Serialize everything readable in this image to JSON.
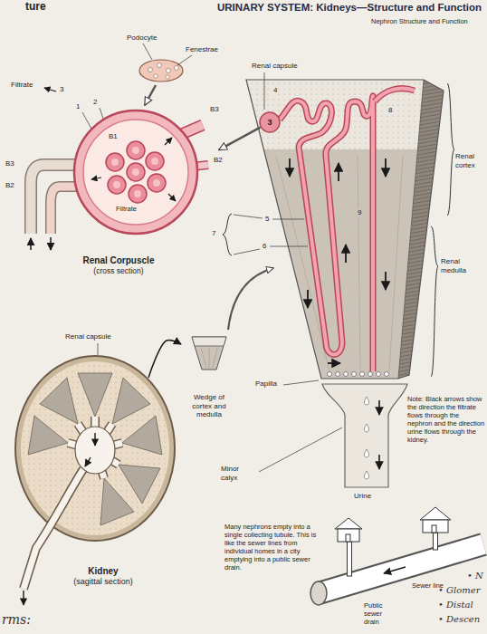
{
  "diagram": {
    "title": "URINARY SYSTEM: Kidneys—Structure and Function",
    "nodes": [
      {
        "text": [
          "Renal Corpuscle",
          "(cross section)"
        ]
      },
      {
        "text": [
          "3"
        ]
      },
      {
        "text": [
          "Wedge of cortex and medulla"
        ]
      },
      {
        "text": [
          "Kidney",
          "(sagittal section)"
        ]
      }
    ],
    "edges": [
      {
        "from": 1,
        "to": 0,
        "arrow": "to"
      },
      {
        "from": 3,
        "to": 2,
        "arrow": "to"
      }
    ],
    "labels": [
      "ture",
      "Nephron Structure and Function",
      "Podocyte",
      "Fenestrae",
      "Filtrate",
      "3",
      "1",
      "2",
      "Filtrate",
      "B3",
      "B2",
      "B1",
      "B3",
      "B2",
      "Renal capsule",
      "4",
      "8",
      "Renal cortex",
      "9",
      "5",
      "7",
      "6",
      "Renal medulla",
      "Renal capsule",
      "Papilla",
      "Note: Black arrows show the direction the filtrate flows through the nephron and the direction urine flows through the kidney.",
      "Minor calyx",
      "Urine",
      "Many nephrons empty into a single collecting tubule. This is like the sewer lines from individual homes in a city emptying into a public sewer drain.",
      "Sewer line",
      "Public sewer drain",
      "rms:",
      "• N",
      "• Glomer",
      "• Distal",
      "• Descen"
    ]
  }
}
